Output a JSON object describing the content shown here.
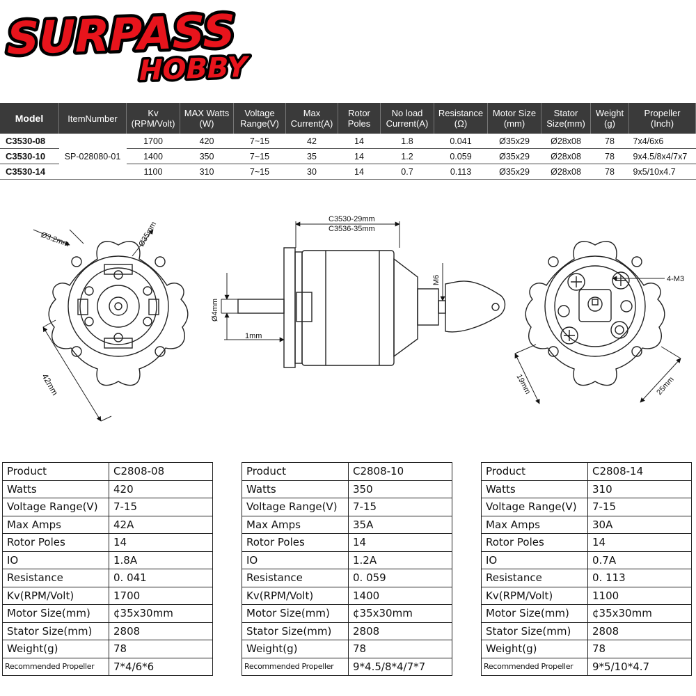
{
  "brand": {
    "line1": "SURPASS",
    "line2": "HOBBY",
    "color": "#e8141c"
  },
  "spec_table": {
    "headers": [
      [
        "Model"
      ],
      [
        "ItemNumber"
      ],
      [
        "Kv",
        "(RPM/Volt)"
      ],
      [
        "MAX Watts",
        "(W)"
      ],
      [
        "Voltage",
        "Range(V)"
      ],
      [
        "Max",
        "Current(A)"
      ],
      [
        "Rotor",
        "Poles"
      ],
      [
        "No load",
        "Current(A)"
      ],
      [
        "Resistance",
        "(Ω)"
      ],
      [
        "Motor Size",
        "(mm)"
      ],
      [
        "Stator",
        "Size(mm)"
      ],
      [
        "Weight",
        "(g)"
      ],
      [
        "Propeller",
        "(Inch)"
      ]
    ],
    "item_number": "SP-028080-01",
    "rows": [
      [
        "C3530-08",
        "1700",
        "420",
        "7~15",
        "42",
        "14",
        "1.8",
        "0.041",
        "Ø35x29",
        "Ø28x08",
        "78",
        "7x4/6x6"
      ],
      [
        "C3530-10",
        "1400",
        "350",
        "7~15",
        "35",
        "14",
        "1.2",
        "0.059",
        "Ø35x29",
        "Ø28x08",
        "78",
        "9x4.5/8x4/7x7"
      ],
      [
        "C3530-14",
        "1100",
        "310",
        "7~15",
        "30",
        "14",
        "0.7",
        "0.113",
        "Ø35x29",
        "Ø28x08",
        "78",
        "9x5/10x4.7"
      ]
    ]
  },
  "drawings": {
    "front": {
      "hole": "Ø3.2mm",
      "diameter": "Ø35mm",
      "mount": "42mm"
    },
    "side": {
      "len1": "C3530-29mm",
      "len2": "C3536-35mm",
      "shaft": "Ø4mm",
      "offset": "1mm",
      "thread": "M6"
    },
    "back": {
      "screws": "4-M3",
      "span1": "19mm",
      "span2": "25mm"
    }
  },
  "product_tables": [
    {
      "rows": [
        [
          "Product",
          "C2808-08"
        ],
        [
          "Watts",
          "420"
        ],
        [
          "Voltage Range(V)",
          "7-15"
        ],
        [
          "Max Amps",
          "42A"
        ],
        [
          "Rotor Poles",
          "14"
        ],
        [
          "IO",
          "1.8A"
        ],
        [
          "Resistance",
          "0. 041"
        ],
        [
          "Kv(RPM/Volt)",
          "1700"
        ],
        [
          "Motor Size(mm)",
          "¢35x30mm"
        ],
        [
          "Stator Size(mm)",
          "2808"
        ],
        [
          "Weight(g)",
          "78"
        ],
        [
          "Recommended Propeller",
          "7*4/6*6"
        ]
      ]
    },
    {
      "rows": [
        [
          "Product",
          "C2808-10"
        ],
        [
          "Watts",
          "350"
        ],
        [
          "Voltage Range(V)",
          "7-15"
        ],
        [
          "Max Amps",
          "35A"
        ],
        [
          "Rotor Poles",
          "14"
        ],
        [
          "IO",
          "1.2A"
        ],
        [
          "Resistance",
          "0. 059"
        ],
        [
          "Kv(RPM/Volt)",
          "1400"
        ],
        [
          "Motor Size(mm)",
          "¢35x30mm"
        ],
        [
          "Stator Size(mm)",
          "2808"
        ],
        [
          "Weight(g)",
          "78"
        ],
        [
          "Recommended Propeller",
          "9*4.5/8*4/7*7"
        ]
      ]
    },
    {
      "rows": [
        [
          "Product",
          "C2808-14"
        ],
        [
          "Watts",
          "310"
        ],
        [
          "Voltage Range(V)",
          "7-15"
        ],
        [
          "Max Amps",
          "30A"
        ],
        [
          "Rotor Poles",
          "14"
        ],
        [
          "IO",
          "0.7A"
        ],
        [
          "Resistance",
          "0. 113"
        ],
        [
          "Kv(RPM/Volt)",
          "1100"
        ],
        [
          "Motor Size(mm)",
          "¢35x30mm"
        ],
        [
          "Stator Size(mm)",
          "2808"
        ],
        [
          "Weight(g)",
          "78"
        ],
        [
          "Recommended Propeller",
          "9*5/10*4.7"
        ]
      ]
    }
  ]
}
